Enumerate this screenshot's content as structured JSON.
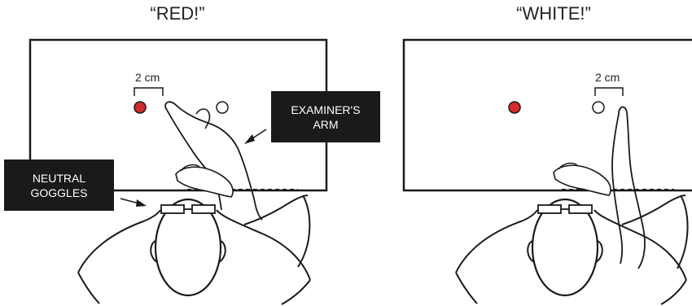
{
  "panels": [
    {
      "cue": "“RED!”",
      "scale_label": "2 cm"
    },
    {
      "cue": "“WHITE!”",
      "scale_label": "2 cm"
    }
  ],
  "labels": {
    "examiner_arm": {
      "line1": "EXAMINER'S",
      "line2": "ARM"
    },
    "neutral_goggles": {
      "line1": "NEUTRAL",
      "line2": "GOGGLES"
    }
  },
  "colors": {
    "red_dot": "#d42a2a",
    "white_dot": "#ffffff",
    "line": "#1a1a1a",
    "label_box": "#1a1a1a",
    "label_text": "#ffffff"
  }
}
